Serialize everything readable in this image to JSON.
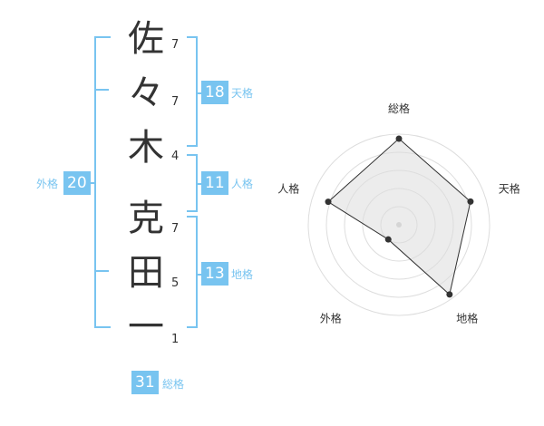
{
  "name_chars": [
    {
      "char": "佐",
      "strokes": "7"
    },
    {
      "char": "々",
      "strokes": "7"
    },
    {
      "char": "木",
      "strokes": "4"
    },
    {
      "char": "克",
      "strokes": "7"
    },
    {
      "char": "田",
      "strokes": "5"
    },
    {
      "char": "一",
      "strokes": "1"
    }
  ],
  "fortunes": {
    "tenkaku": {
      "label": "天格",
      "value": "18"
    },
    "jinkaku": {
      "label": "人格",
      "value": "11"
    },
    "chikaku": {
      "label": "地格",
      "value": "13"
    },
    "gaikaku": {
      "label": "外格",
      "value": "20"
    },
    "soukaku": {
      "label": "総格",
      "value": "31"
    }
  },
  "colors": {
    "accent": "#78c4f0",
    "text": "#333333",
    "radar_fill": "#eeeeee"
  },
  "chart_data": {
    "type": "radar",
    "axes": [
      "総格",
      "天格",
      "地格",
      "外格",
      "人格"
    ],
    "values": [
      0.95,
      0.83,
      0.95,
      0.2,
      0.82
    ],
    "ylim": [
      0,
      1
    ],
    "rings": 5
  }
}
